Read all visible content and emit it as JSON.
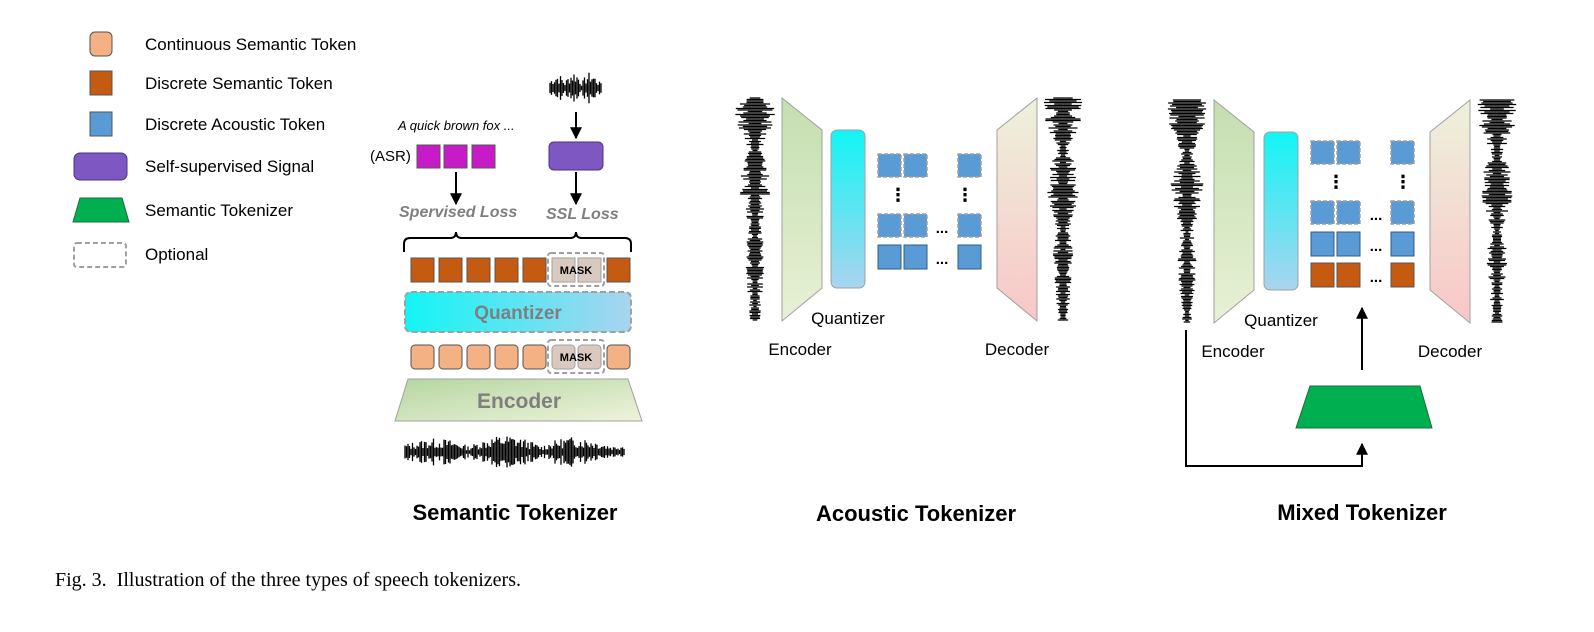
{
  "legend": {
    "items": [
      {
        "label": "Continuous Semantic Token",
        "icon": "continuous-semantic-token-icon",
        "color": "#F4B183"
      },
      {
        "label": "Discrete Semantic Token",
        "icon": "discrete-semantic-token-icon",
        "color": "#C55A11"
      },
      {
        "label": "Discrete Acoustic Token",
        "icon": "discrete-acoustic-token-icon",
        "color": "#5B9BD5"
      },
      {
        "label": "Self-supervised Signal",
        "icon": "self-supervised-signal-icon",
        "color": "#7E57C2"
      },
      {
        "label": "Semantic Tokenizer",
        "icon": "semantic-tokenizer-icon",
        "color": "#00B050"
      },
      {
        "label": "Optional",
        "icon": "optional-dashed-box-icon",
        "color": "#A0A0A0"
      }
    ]
  },
  "semantic": {
    "title": "Semantic Tokenizer",
    "asr_text": "A quick brown fox ...",
    "asr_label": "(ASR)",
    "supervised_loss": "Spervised Loss",
    "ssl_loss": "SSL Loss",
    "mask_top": "MASK",
    "mask_bottom": "MASK",
    "quantizer": "Quantizer",
    "encoder": "Encoder"
  },
  "acoustic": {
    "title": "Acoustic Tokenizer",
    "quantizer": "Quantizer",
    "encoder": "Encoder",
    "decoder": "Decoder",
    "ellipsis": "...",
    "vdots": "⋮"
  },
  "mixed": {
    "title": "Mixed Tokenizer",
    "quantizer": "Quantizer",
    "encoder": "Encoder",
    "decoder": "Decoder",
    "ellipsis": "...",
    "vdots": "⋮"
  },
  "caption": "Fig. 3.  Illustration of the three types of speech tokenizers.",
  "colors": {
    "continuous": "#F4B183",
    "discrete_semantic": "#C55A11",
    "acoustic": "#5B9BD5",
    "ssl": "#7E57C2",
    "asr": "#C71BC7",
    "semantic_tokenizer": "#00B050",
    "mask_fill": "#D9C9BF",
    "dashed": "#A0A0A0"
  }
}
